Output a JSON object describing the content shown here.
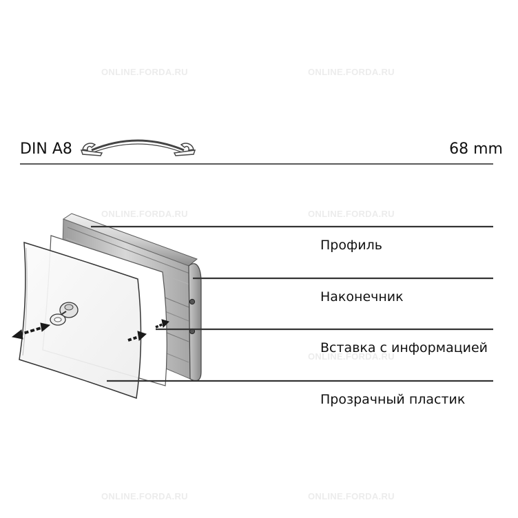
{
  "header": {
    "format_label": "DIN A8",
    "size_label": "68 mm"
  },
  "watermark": {
    "text": "ONLINE.FORDA.RU"
  },
  "callouts": [
    {
      "label": "Профиль"
    },
    {
      "label": "Наконечник"
    },
    {
      "label": "Вставка с информацией"
    },
    {
      "label": "Прозрачный пластик"
    }
  ],
  "colors": {
    "line": "#333333",
    "text": "#111111",
    "watermark": "#ececec",
    "profile_metal": "#cfcfcf",
    "arrow": "#1a1a1a"
  }
}
